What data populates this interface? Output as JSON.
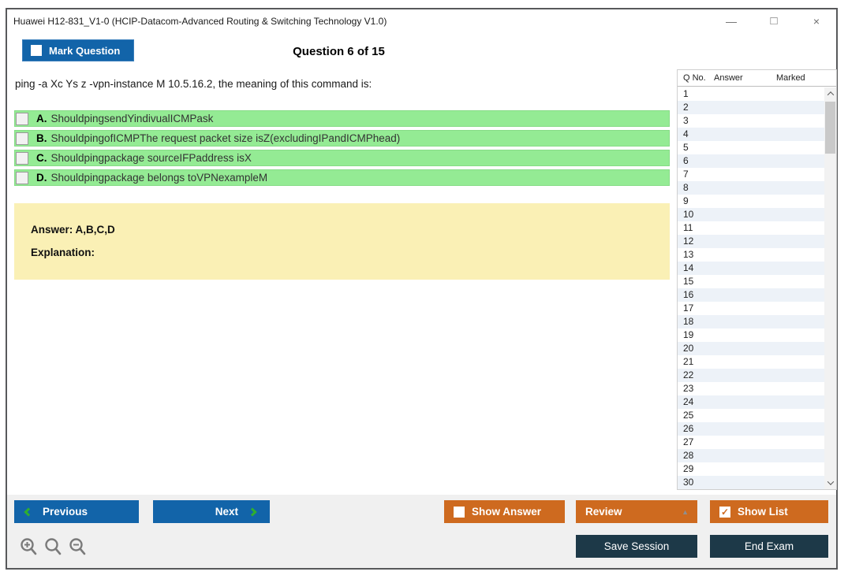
{
  "window": {
    "title": "Huawei H12-831_V1-0 (HCIP-Datacom-Advanced Routing & Switching Technology V1.0)"
  },
  "icons": {
    "minimize": "—",
    "maximize": "□",
    "close": "×",
    "review_arrow": "▲",
    "check": "✓"
  },
  "header": {
    "mark_question": "Mark Question",
    "question_counter": "Question 6 of 15"
  },
  "question": {
    "text": "ping -a Xc Ys z -vpn-instance M 10.5.16.2, the meaning of this command is:",
    "options": [
      {
        "letter": "A.",
        "text": "ShouldpingsendYindivualICMPask"
      },
      {
        "letter": "B.",
        "text": "ShouldpingofICMPThe request packet size isZ(excludingIPandICMPhead)"
      },
      {
        "letter": "C.",
        "text": "Shouldpingpackage sourceIFPaddress isX"
      },
      {
        "letter": "D.",
        "text": "Shouldpingpackage belongs toVPNexampleM"
      }
    ],
    "answer": "Answer: A,B,C,D",
    "explanation": "Explanation:"
  },
  "question_list": {
    "headers": [
      "Q No.",
      "Answer",
      "Marked"
    ],
    "rows": [
      1,
      2,
      3,
      4,
      5,
      6,
      7,
      8,
      9,
      10,
      11,
      12,
      13,
      14,
      15,
      16,
      17,
      18,
      19,
      20,
      21,
      22,
      23,
      24,
      25,
      26,
      27,
      28,
      29,
      30
    ]
  },
  "footer": {
    "previous": "Previous",
    "next": "Next",
    "show_answer": "Show Answer",
    "review": "Review",
    "show_list": "Show List",
    "save_session": "Save Session",
    "end_exam": "End Exam"
  },
  "colors": {
    "accent_blue": "#1264a9",
    "accent_orange": "#ce6a1f",
    "accent_navy": "#1d3948",
    "option_green": "#94eb94",
    "answer_yellow": "#faf0b5",
    "chevron_green": "#2fae2f",
    "row_stripe": "#edf2f8"
  }
}
